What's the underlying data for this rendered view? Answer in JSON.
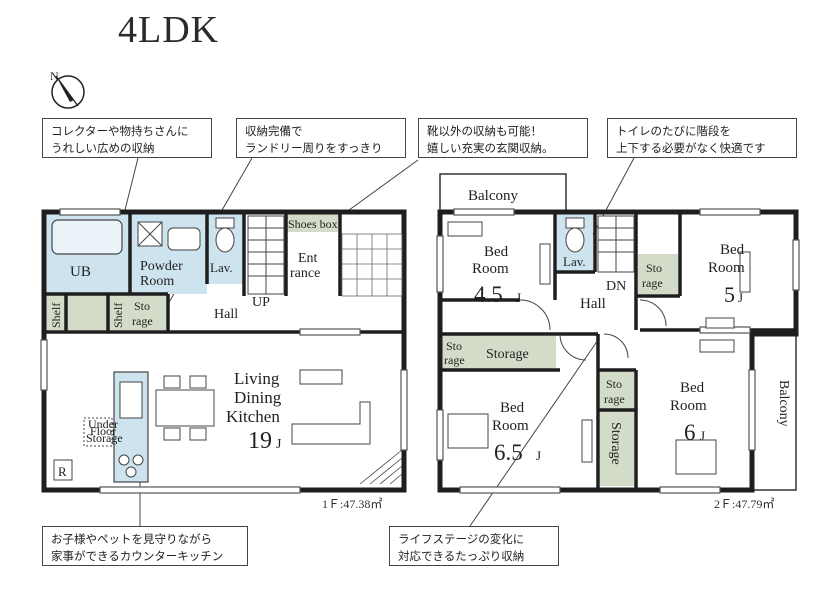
{
  "title": "4LDK",
  "callouts": {
    "collector": [
      "コレクターや物持ちさんに",
      "うれしい広めの収納"
    ],
    "laundry": [
      "収納完備で",
      "ランドリー周りをすっきり"
    ],
    "entrance": [
      "靴以外の収納も可能！",
      "嬉しい充実の玄関収納。"
    ],
    "stairs": [
      "トイレのたびに階段を",
      "上下する必要がなく快適です"
    ],
    "kitchen": [
      "お子様やペットを見守りながら",
      "家事ができるカウンターキッチン"
    ],
    "lifestage": [
      "ライフステージの変化に",
      "対応できるたっぷり収納"
    ]
  },
  "floor1": {
    "area": "1Ｆ:47.38㎡",
    "ub": "UB",
    "powder": [
      "Powder",
      "Room"
    ],
    "lav": "Lav.",
    "shoes_box": "Shoes box",
    "entrance": [
      "Ent",
      "rance"
    ],
    "shelf_left": "Shelf",
    "shelf_right": "Shelf",
    "storage": [
      "Sto",
      "rage"
    ],
    "hall": "Hall",
    "up": "UP",
    "ldk": [
      "Living",
      "Dining",
      "Kitchen"
    ],
    "ldk_size": "19",
    "ldk_unit": "J",
    "underfloor": [
      "Under",
      "Floor",
      "Storage"
    ],
    "r_mark": "R"
  },
  "floor2": {
    "area": "2Ｆ:47.79㎡",
    "balcony_top": "Balcony",
    "balcony_right": "Balcony",
    "bed1": [
      "Bed",
      "Room"
    ],
    "bed1_size": "4.5",
    "lav": "Lav.",
    "dn": "DN",
    "hall": "Hall",
    "storage_small_right": [
      "Sto",
      "rage"
    ],
    "bed2": [
      "Bed",
      "Room"
    ],
    "bed2_size": "5",
    "storage_left": [
      "Sto",
      "rage"
    ],
    "storage_wide": "Storage",
    "bed3": [
      "Bed",
      "Room"
    ],
    "bed3_size": "6.5",
    "storage_mid": [
      "Sto",
      "rage"
    ],
    "storage_vertical": "Storage",
    "bed4": [
      "Bed",
      "Room"
    ],
    "bed4_size": "6",
    "unit": "J"
  },
  "colors": {
    "wall": "#1e1e1e",
    "storage_fill": "#d3dcc8",
    "wet_fill": "#cde3ee",
    "line": "#555555"
  }
}
